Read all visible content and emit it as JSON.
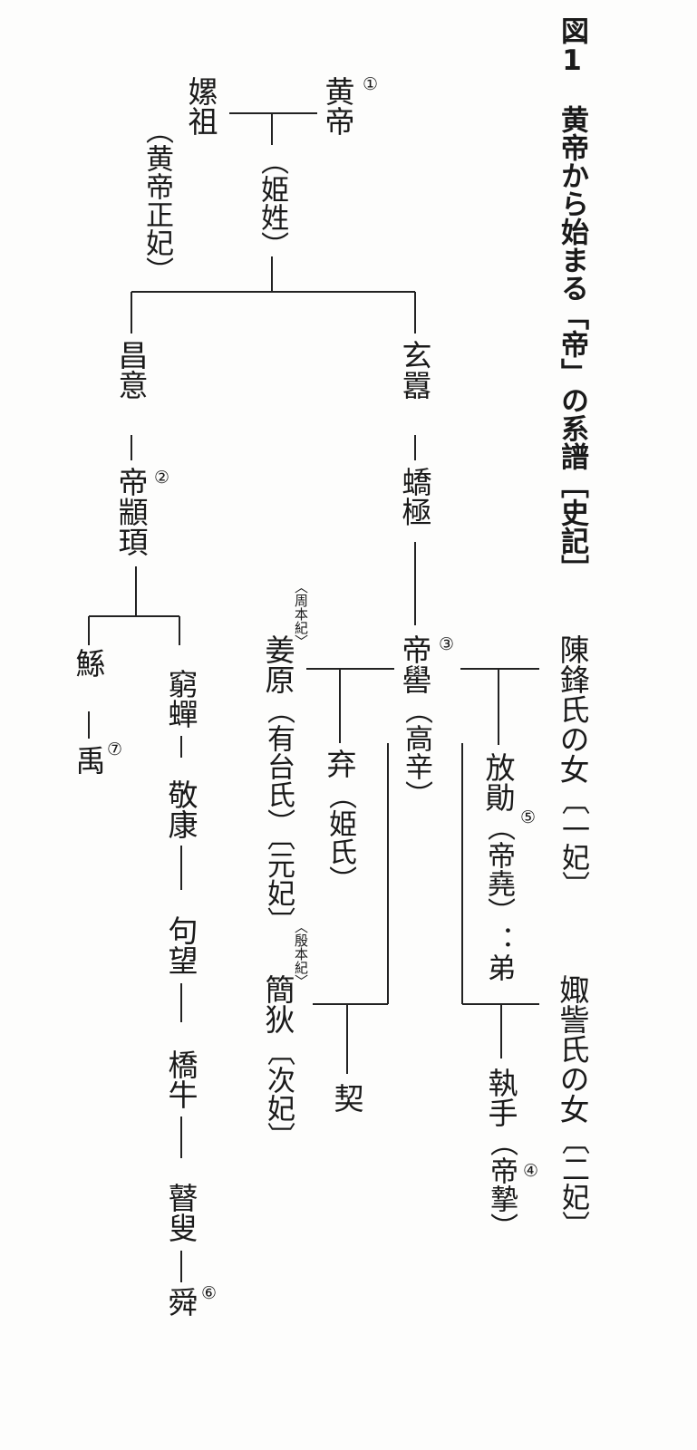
{
  "title": "図1　黄帝から始まる「帝」の系譜［史記］",
  "persons": {
    "huangdi": "黄帝",
    "huangdi_clan": "（姫姓）",
    "leizu": "嫘祖",
    "leizu_note": "（黄帝正妃）",
    "changyi": "昌意",
    "zhuanxu": "帝顓頊",
    "xuanxiao": "玄囂",
    "jiaoji": "蟜極",
    "diku": "帝嚳",
    "diku_alias": "（高辛）",
    "gun": "鯀",
    "yu": "禹",
    "qiongchan": "窮蟬",
    "jingkang": "敬康",
    "juwang": "句望",
    "qiaoniu": "橋牛",
    "gusou": "瞽叟",
    "shun": "舜",
    "jiangyuan": "姜原",
    "jiangyuan_note": "（有台氏）〔元妃〕",
    "zhou_benji": "〈周本紀〉",
    "qi_zhou": "弃",
    "qi_zhou_note": "（姫氏）",
    "jiandi": "簡狄",
    "jiandi_note": "〔次妃〕",
    "yin_benji": "〈殷本紀〉",
    "xie": "契",
    "chenfeng": "陳鋒氏の女",
    "chenfeng_note": "〔一妃〕",
    "fangxun": "放勛",
    "fangxun_note": "（帝堯）：弟",
    "juzi": "娵訾氏の女",
    "juzi_note": "〔二妃〕",
    "zhi": "執手",
    "zhi_note": "（帝摯）"
  },
  "numbers": {
    "n1": "①",
    "n2": "②",
    "n3": "③",
    "n4": "④",
    "n5": "⑤",
    "n6": "⑥",
    "n7": "⑦"
  }
}
